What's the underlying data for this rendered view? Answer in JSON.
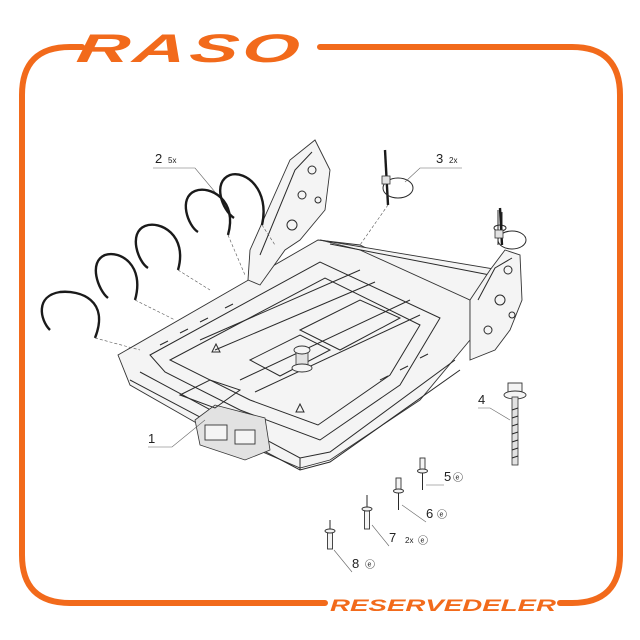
{
  "brand": {
    "logo": "RASO",
    "tagline": "RESERVEDELER",
    "accent_color": "#f26a1b"
  },
  "callouts": [
    {
      "id": "1",
      "label": "1",
      "qty": ""
    },
    {
      "id": "2",
      "label": "2",
      "qty": "5x"
    },
    {
      "id": "3",
      "label": "3",
      "qty": "2x"
    },
    {
      "id": "4",
      "label": "4",
      "qty": ""
    },
    {
      "id": "5",
      "label": "5",
      "qty": "",
      "mark": "e"
    },
    {
      "id": "6",
      "label": "6",
      "qty": "",
      "mark": "e"
    },
    {
      "id": "7",
      "label": "7",
      "qty": "2x",
      "mark": "e"
    },
    {
      "id": "8",
      "label": "8",
      "qty": "",
      "mark": "e"
    }
  ]
}
